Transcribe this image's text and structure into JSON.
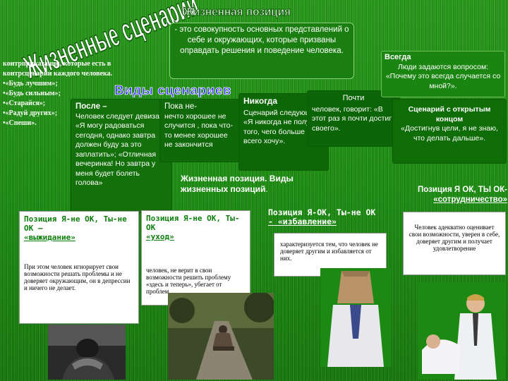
{
  "title_main": "Жизненные сценарии",
  "title_position": "Жизненная позиция",
  "definition": "- это совокупность основных представлений о себе и окружающих, которые призваны оправдать решения и поведение человека.",
  "counter_scenarios": {
    "intro_line1": "контрприказания, которые есть в",
    "intro_line2": "контрсценарии каждого человека.",
    "items": [
      "•«Будь лучшим»;",
      "•«Будь сильным»;",
      "•«Старайся»;",
      "•«Радуй других»;",
      "•«Спеши»."
    ]
  },
  "types_heading": "Виды сценариев",
  "scenarios": {
    "posle": {
      "heading": "После –",
      "text": "Человек следует девизам: «Я могу радоваться сегодня, однако завтра должен буду за это заплатить»; «Отличная вечеринка! Но завтра у меня будет болеть голова»"
    },
    "poka": {
      "heading": "Пока не-",
      "text": "нечто хорошее не случится , пока что-то менее хорошее не закончится"
    },
    "nikogda": {
      "heading": "Никогда",
      "text": "Сценарий следующий: «Я никогда не получу того, чего больше всего хочу»."
    },
    "pochti": {
      "heading": "Почти",
      "text": "человек, говорит: «В этот раз я почти достиг своего»."
    },
    "vsegda": {
      "heading": "Всегда",
      "text": "Люди задаются вопросом: «Почему это всегда случается со мной?»."
    },
    "open": {
      "heading_line1": "Сценарий с открытым",
      "heading_line2": "концом",
      "text": "«Достигнув цели, я не знаю, что делать дальше»."
    }
  },
  "mid_title_bold": "Жизненная позиция. Виды жизненных позиций",
  "mid_title_dot": ".",
  "positions": {
    "ok_ok": {
      "heading": "Позиция Я ОК, ТЫ ОК-",
      "subtitle": "«сотрудничество»",
      "text": "Человек адекватно оценивает свои возможности, уверен в себе, доверяет другим и получает удовлетворение"
    },
    "ok_notok": {
      "heading": "Позиция Я-ОК, Ты-не ОК",
      "subtitle": "- «избавление»",
      "text": "характеризуется тем, что человек не доверяет другим и избавляется от них."
    },
    "notok_notok": {
      "heading": "Позиция Я-не ОК, Ты-не ОК –",
      "subtitle": "«выжидание»",
      "text": "При этом человек игнорирует свои возможности решать проблемы и не доверяет окружающим, он в депрессии и ничего не делает."
    },
    "notok_ok": {
      "heading": "Позиция Я-не ОК, Ты- ОК",
      "subtitle": "«уход»",
      "text": "человек, не верит в свои возможности решить проблему «здесь и теперь», убегает от проблем."
    }
  },
  "colors": {
    "background": "#1c8a12",
    "title_fill": "#ffffff",
    "title_stroke": "#1a7a10",
    "heading_green": "#0c7f0c",
    "types_blue": "#2a2cff"
  }
}
